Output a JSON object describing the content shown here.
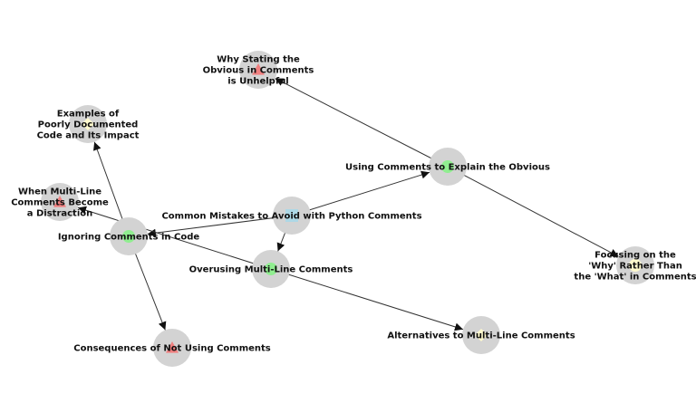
{
  "diagram": {
    "type": "directed-graph",
    "colors": {
      "node_fill": "#d3d3d3",
      "edge": "#333333",
      "marker_green": "#90ee90",
      "marker_red": "#f08080",
      "marker_blue": "#add8e6",
      "marker_yellow": "#fffacd"
    },
    "nodes": [
      {
        "id": "common",
        "label": [
          "Common Mistakes to Avoid with Python Comments"
        ],
        "marker": "square",
        "marker_color": "#add8e6"
      },
      {
        "id": "ignoring",
        "label": [
          "Ignoring Comments in Code"
        ],
        "marker": "circle",
        "marker_color": "#90ee90"
      },
      {
        "id": "overusing",
        "label": [
          "Overusing Multi-Line Comments"
        ],
        "marker": "circle",
        "marker_color": "#90ee90"
      },
      {
        "id": "explain",
        "label": [
          "Using Comments to Explain the Obvious"
        ],
        "marker": "circle",
        "marker_color": "#90ee90"
      },
      {
        "id": "examples",
        "label": [
          "Examples of",
          "Poorly Documented",
          "Code and Its Impact"
        ],
        "marker": "diamond",
        "marker_color": "#fffacd"
      },
      {
        "id": "consequences",
        "label": [
          "Consequences of Not Using Comments"
        ],
        "marker": "triangle",
        "marker_color": "#f08080"
      },
      {
        "id": "distraction",
        "label": [
          "When Multi-Line",
          "Comments Become",
          "a Distraction"
        ],
        "marker": "triangle",
        "marker_color": "#f08080"
      },
      {
        "id": "alternatives",
        "label": [
          "Alternatives to Multi-Line Comments"
        ],
        "marker": "diamond",
        "marker_color": "#fffacd"
      },
      {
        "id": "whystating",
        "label": [
          "Why Stating the",
          "Obvious in Comments",
          "is Unhelpful"
        ],
        "marker": "triangle",
        "marker_color": "#f08080"
      },
      {
        "id": "focusing",
        "label": [
          "Focusing on the",
          "'Why' Rather Than",
          "the 'What' in Comments"
        ],
        "marker": "circle",
        "marker_color": "#fffacd"
      }
    ],
    "edges": [
      {
        "from": "common",
        "to": "ignoring"
      },
      {
        "from": "common",
        "to": "overusing"
      },
      {
        "from": "common",
        "to": "explain"
      },
      {
        "from": "ignoring",
        "to": "examples"
      },
      {
        "from": "ignoring",
        "to": "consequences"
      },
      {
        "from": "overusing",
        "to": "distraction"
      },
      {
        "from": "overusing",
        "to": "alternatives"
      },
      {
        "from": "explain",
        "to": "whystating"
      },
      {
        "from": "explain",
        "to": "focusing"
      }
    ]
  }
}
